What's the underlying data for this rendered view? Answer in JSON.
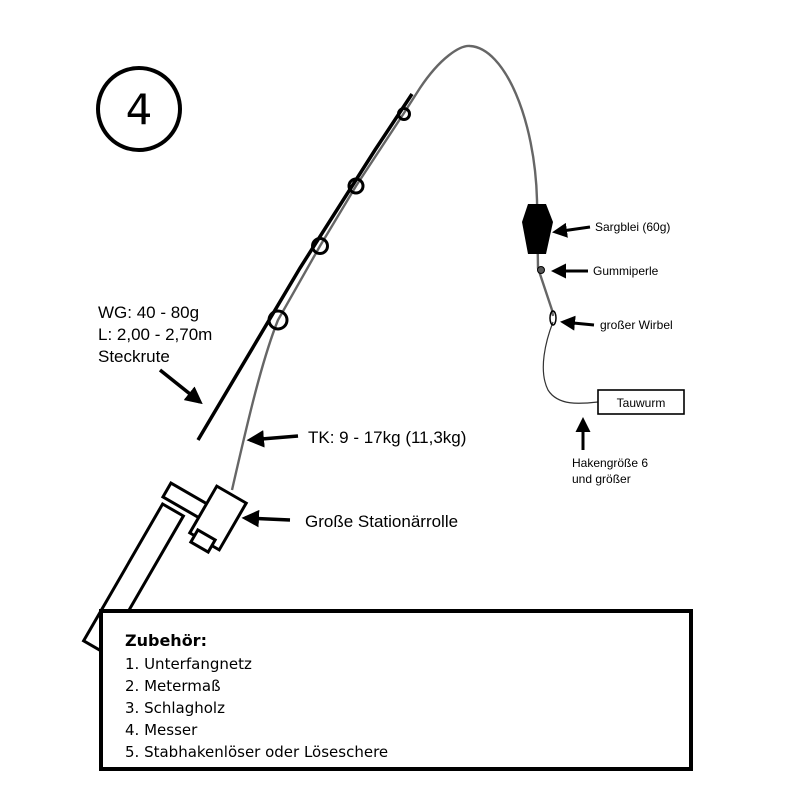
{
  "step": {
    "number": "4"
  },
  "rod": {
    "spec_wg": "WG: 40 - 80g",
    "spec_length": "L: 2,00 - 2,70m",
    "spec_type": "Steckrute"
  },
  "line": {
    "label": "TK: 9 - 17kg (11,3kg)"
  },
  "reel": {
    "label": "Große Stationärrolle"
  },
  "rig": {
    "sinker": "Sargblei (60g)",
    "bead": "Gummiperle",
    "swivel": "großer Wirbel",
    "bait": "Tauwurm",
    "hook_line1": "Hakengröße 6",
    "hook_line2": "und größer"
  },
  "accessories": {
    "title": "Zubehör:",
    "items": [
      "1. Unterfangnetz",
      "2. Metermaß",
      "3. Schlagholz",
      "4. Messer",
      "5. Stabhakenlöser oder Löseschere"
    ]
  }
}
